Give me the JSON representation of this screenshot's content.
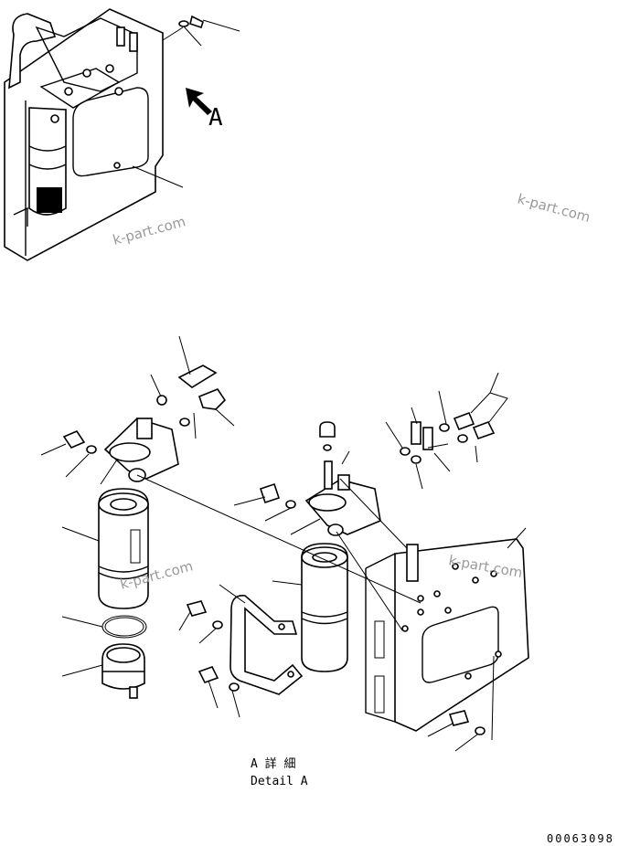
{
  "view_label": "A",
  "detail_title_jp": "A 詳 細",
  "detail_title_en": "Detail A",
  "doc_number": "00063098",
  "watermarks": [
    "k-part.com",
    "k-part.com",
    "k-part.com",
    "k-part.com"
  ],
  "colors": {
    "line": "#000000",
    "watermark": "#9a9a9a",
    "background": "#ffffff"
  }
}
